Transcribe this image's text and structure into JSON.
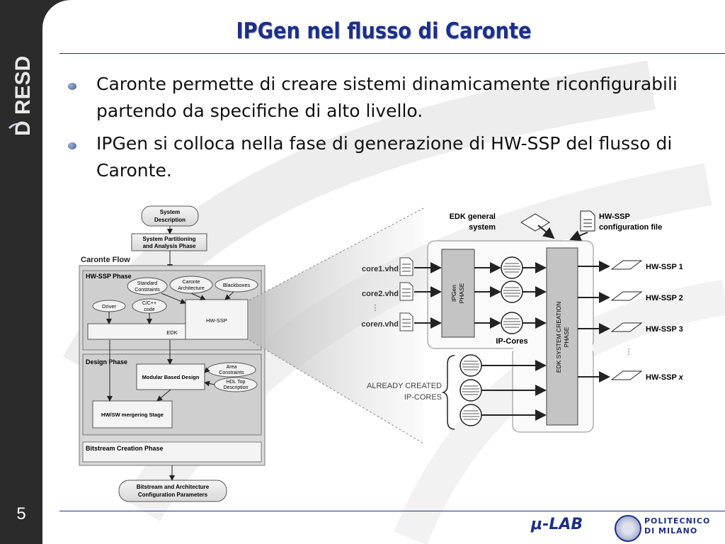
{
  "slide": {
    "title": "IPGen nel flusso di Caronte",
    "number": "5",
    "logo": "D RESD",
    "bullets": [
      "Caronte permette di creare sistemi dinamicamente riconfigurabili partendo da specifiche di alto livello.",
      "IPGen si colloca nella fase di generazione di HW-SSP del flusso di Caronte."
    ],
    "footer": {
      "ulab": "μ-LAB",
      "polimi_line1": "POLITECNICO",
      "polimi_line2": "DI MILANO"
    }
  },
  "flow": {
    "system_description_1": "System",
    "system_description_2": "Description",
    "partitioning_1": "System Partitioning",
    "partitioning_2": "and Analysis Phase",
    "caronte_flow": "Caronte Flow",
    "hwssp_phase": "HW-SSP Phase",
    "standard_constraints_1": "Standard",
    "standard_constraints_2": "Constraints",
    "caronte_arch_1": "Caronte",
    "caronte_arch_2": "Architecture",
    "blackboxes": "Blackboxes",
    "driver": "Driver",
    "cc_code_1": "C/C++",
    "cc_code_2": "code",
    "hw_ssp": "HW-SSP",
    "edk": "EDK",
    "design_phase": "Design Phase",
    "modular_design": "Modular Based Design",
    "area_constraints_1": "Area",
    "area_constraints_2": "Constraints",
    "hdl_top_1": "HDL Top",
    "hdl_top_2": "Description",
    "hwsw_merging": "HW/SW mergering Stage",
    "bitstream_phase": "Bitstream Creation Phase",
    "bitstream_params_1": "Bitstream and Architecture",
    "bitstream_params_2": "Configuration Parameters"
  },
  "detail": {
    "edk_general_1": "EDK general",
    "edk_general_2": "system",
    "hwssp_conf_1": "HW-SSP",
    "hwssp_conf_2": "configuration file",
    "core1": "core1.vhd",
    "core2": "core2.vhd",
    "coren_a": "core",
    "coren_b": "n",
    "coren_c": ".vhd",
    "ipgen_1": "IPGen",
    "ipgen_2": "PHASE",
    "ip_cores": "IP-Cores",
    "edk_creation_1": "EDK SYSTEM CREATION",
    "edk_creation_2": "PHASE",
    "already_1": "ALREADY CREATED",
    "already_2": "IP-CORES",
    "out1": "HW-SSP 1",
    "out2": "HW-SSP 2",
    "out3": "HW-SSP 3",
    "outx_a": "HW-SSP ",
    "outx_b": "x",
    "vdots": "⋮"
  }
}
